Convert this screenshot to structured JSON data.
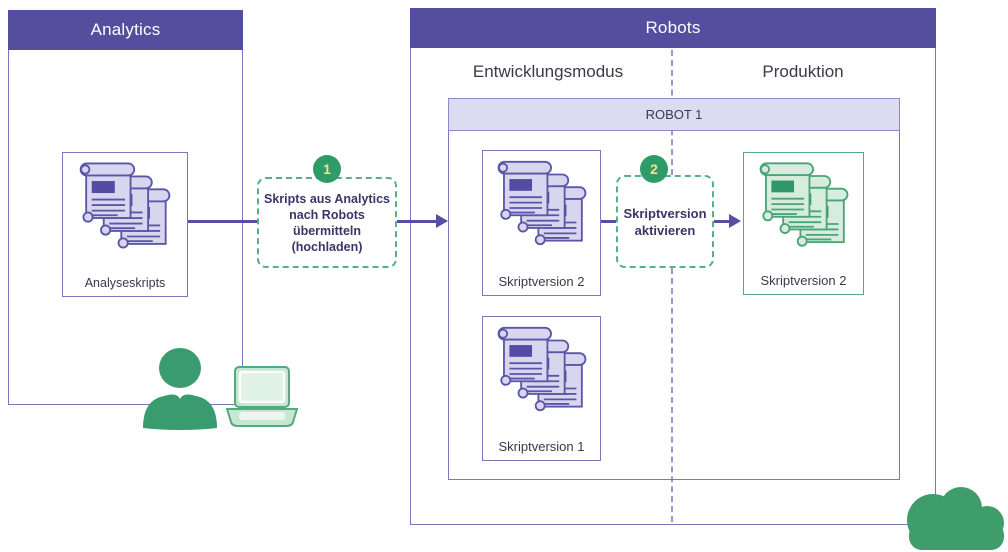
{
  "diagram": {
    "analytics": {
      "title": "Analytics",
      "scripts_label": "Analyseskripts"
    },
    "robots": {
      "title": "Robots",
      "columns": {
        "development": "Entwicklungsmodus",
        "production": "Produktion"
      },
      "robot1": {
        "title": "ROBOT 1",
        "dev_version2_label": "Skriptversion 2",
        "dev_version1_label": "Skriptversion 1",
        "prod_version2_label": "Skriptversion 2"
      }
    },
    "steps": [
      {
        "number": "1",
        "text": "Skripts aus Analytics\nnach Robots\nübermitteln\n(hochladen)"
      },
      {
        "number": "2",
        "text": "Skriptversion\naktivieren"
      }
    ],
    "icons": [
      "scripts-stack-icon",
      "scripts-stack-green-icon",
      "person-icon",
      "laptop-icon",
      "cloud-icon"
    ],
    "colors": {
      "header_purple": "#534E9E",
      "border_purple": "#7B77BD",
      "robot_header_fill": "#DDDBF1",
      "script_fill": "#D8D6EE",
      "script_stroke": "#5B55A8",
      "script_block": "#544CA4",
      "arrow_purple": "#564FA2",
      "dashed_green": "#55B184",
      "badge_green": "#2F9C68",
      "badge_number": "#F3E394",
      "icon_green_fill": "#D6ECDC",
      "icon_green_stroke": "#4AA478",
      "icon_green_block": "#2F9768",
      "person_green": "#3A9C6E",
      "laptop_fill": "#C6E7D2",
      "cloud_green": "#3F9C6B"
    }
  }
}
